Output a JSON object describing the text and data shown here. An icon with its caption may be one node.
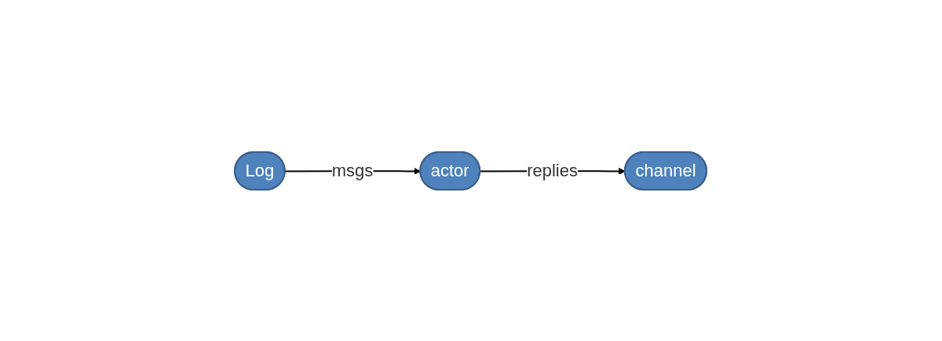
{
  "diagram": {
    "nodes": [
      {
        "text": [
          "Log"
        ]
      },
      {
        "text": [
          "actor"
        ]
      },
      {
        "text": [
          "channel"
        ]
      }
    ],
    "edges": [
      {
        "from": 0,
        "to": 1,
        "arrow": "to",
        "label": "msgs"
      },
      {
        "from": 1,
        "to": 2,
        "arrow": "to",
        "label": "replies"
      }
    ]
  }
}
